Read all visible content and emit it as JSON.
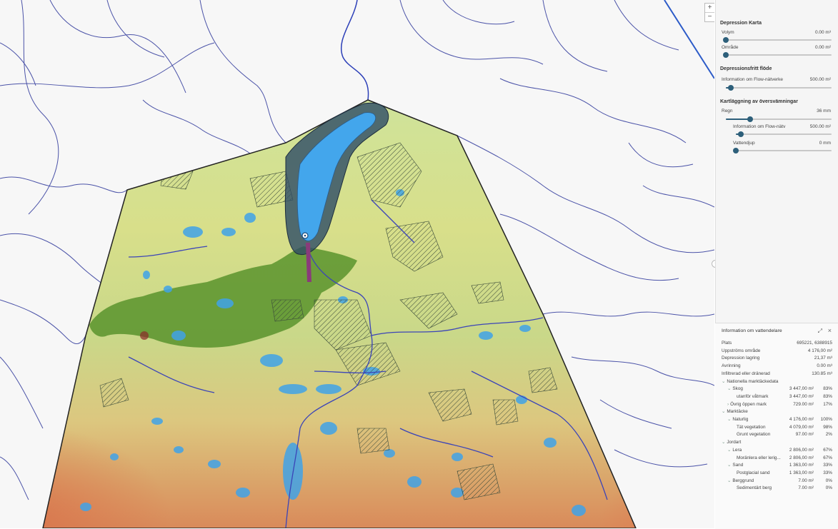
{
  "map": {
    "zoom_in": "+",
    "zoom_out": "−"
  },
  "panel": {
    "depression_title": "Depression Karta",
    "volym_label": "Volym",
    "volym_value": "0.00 m³",
    "volym_level": 0,
    "omrade_label": "Område",
    "omrade_value": "0.00 m²",
    "omrade_level": 0,
    "flow_title": "Depressionsfritt flöde",
    "flow_label": "Information om Flow-nätverke",
    "flow_value": "500.00 m²",
    "flow_level": 0.05,
    "flood_title": "Kartläggning av översvämningar",
    "regn_label": "Regn",
    "regn_value": "36 mm",
    "regn_level": 0.23,
    "flood_flow_label": "Information om Flow-nätv",
    "flood_flow_value": "500.00 m²",
    "flood_flow_level": 0.05,
    "vattendjup_label": "Vattendjup",
    "vattendjup_value": "0 mm",
    "vattendjup_level": 0
  },
  "info": {
    "title": "Information om vattendelare",
    "expand_icon": "expand-icon",
    "close_icon": "close-icon",
    "rows": [
      {
        "key": "Plats",
        "value": "695221, 6388915",
        "pct": ""
      },
      {
        "key": "Uppströms område",
        "value": "4 176,00 m²",
        "pct": ""
      },
      {
        "key": "Depression lagring",
        "value": "21,37 m³",
        "pct": ""
      },
      {
        "key": "Avrinning",
        "value": "0.00 m³",
        "pct": ""
      },
      {
        "key": "Infiltrerad eller dränerad",
        "value": "130.85 m³",
        "pct": ""
      },
      {
        "key": "Nationella marktäckedata",
        "value": "",
        "pct": ""
      },
      {
        "key": "Skog",
        "value": "3 447,00 m²",
        "pct": "83%"
      },
      {
        "key": "utanför våtmark",
        "value": "3 447,00 m²",
        "pct": "83%"
      },
      {
        "key": "Övrig öppen mark",
        "value": "729.00 m²",
        "pct": "17%"
      },
      {
        "key": "Marktäcke",
        "value": "",
        "pct": ""
      },
      {
        "key": "Naturlig",
        "value": "4 176,00 m²",
        "pct": "100%"
      },
      {
        "key": "Tät vegetation",
        "value": "4 079,00 m²",
        "pct": "98%"
      },
      {
        "key": "Grunt vegetation",
        "value": "97.00 m²",
        "pct": "2%"
      },
      {
        "key": "Jordart",
        "value": "",
        "pct": ""
      },
      {
        "key": "Lera",
        "value": "2 806,00 m²",
        "pct": "67%"
      },
      {
        "key": "Moränlera eller lerig...",
        "value": "2 806,00 m²",
        "pct": "67%"
      },
      {
        "key": "Sand",
        "value": "1 363,00 m²",
        "pct": "33%"
      },
      {
        "key": "Postglacial sand",
        "value": "1 363,00 m²",
        "pct": "33%"
      },
      {
        "key": "Berggrund",
        "value": "7.00 m²",
        "pct": "0%"
      },
      {
        "key": "Sedimentärt berg",
        "value": "7.00 m²",
        "pct": "0%"
      }
    ]
  }
}
